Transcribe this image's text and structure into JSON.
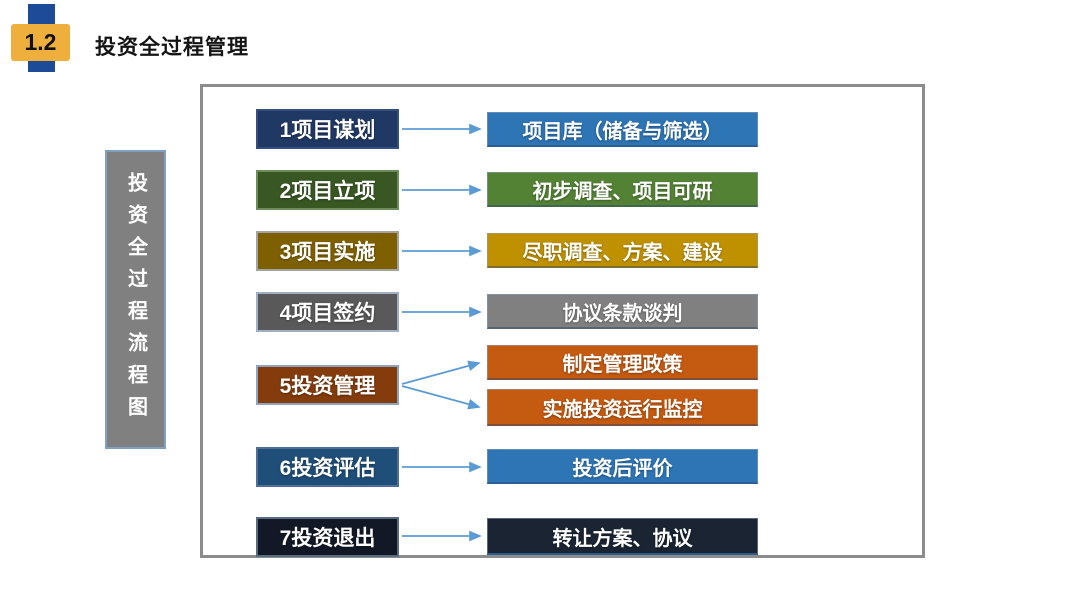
{
  "header": {
    "badge": "1.2",
    "title": "投资全过程管理"
  },
  "side_label": "投资全过程流程图",
  "flow": {
    "rows": [
      {
        "step": "1项目谋划",
        "outputs": [
          "项目库（储备与筛选）"
        ]
      },
      {
        "step": "2项目立项",
        "outputs": [
          "初步调查、项目可研"
        ]
      },
      {
        "step": "3项目实施",
        "outputs": [
          "尽职调查、方案、建设"
        ]
      },
      {
        "step": "4项目签约",
        "outputs": [
          "协议条款谈判"
        ]
      },
      {
        "step": "5投资管理",
        "outputs": [
          "制定管理政策",
          "实施投资运行监控"
        ]
      },
      {
        "step": "6投资评估",
        "outputs": [
          "投资后评价"
        ]
      },
      {
        "step": "7投资退出",
        "outputs": [
          "转让方案、协议"
        ]
      }
    ]
  },
  "palette": {
    "badge_blue": "#1e4b97",
    "badge_yellow": "#efaf3c",
    "side_label_bg": "#808080",
    "panel_border": "#8c8c8c",
    "arrow_blue": "#5b9bd5",
    "step_colors": [
      "#203864",
      "#385723",
      "#7f6000",
      "#595959",
      "#843c0c",
      "#1f4e79",
      "#121826"
    ],
    "output_colors": [
      "#2e75b6",
      "#548235",
      "#bf9000",
      "#808080",
      "#c55a11",
      "#2e75b6",
      "#1a2433"
    ]
  }
}
